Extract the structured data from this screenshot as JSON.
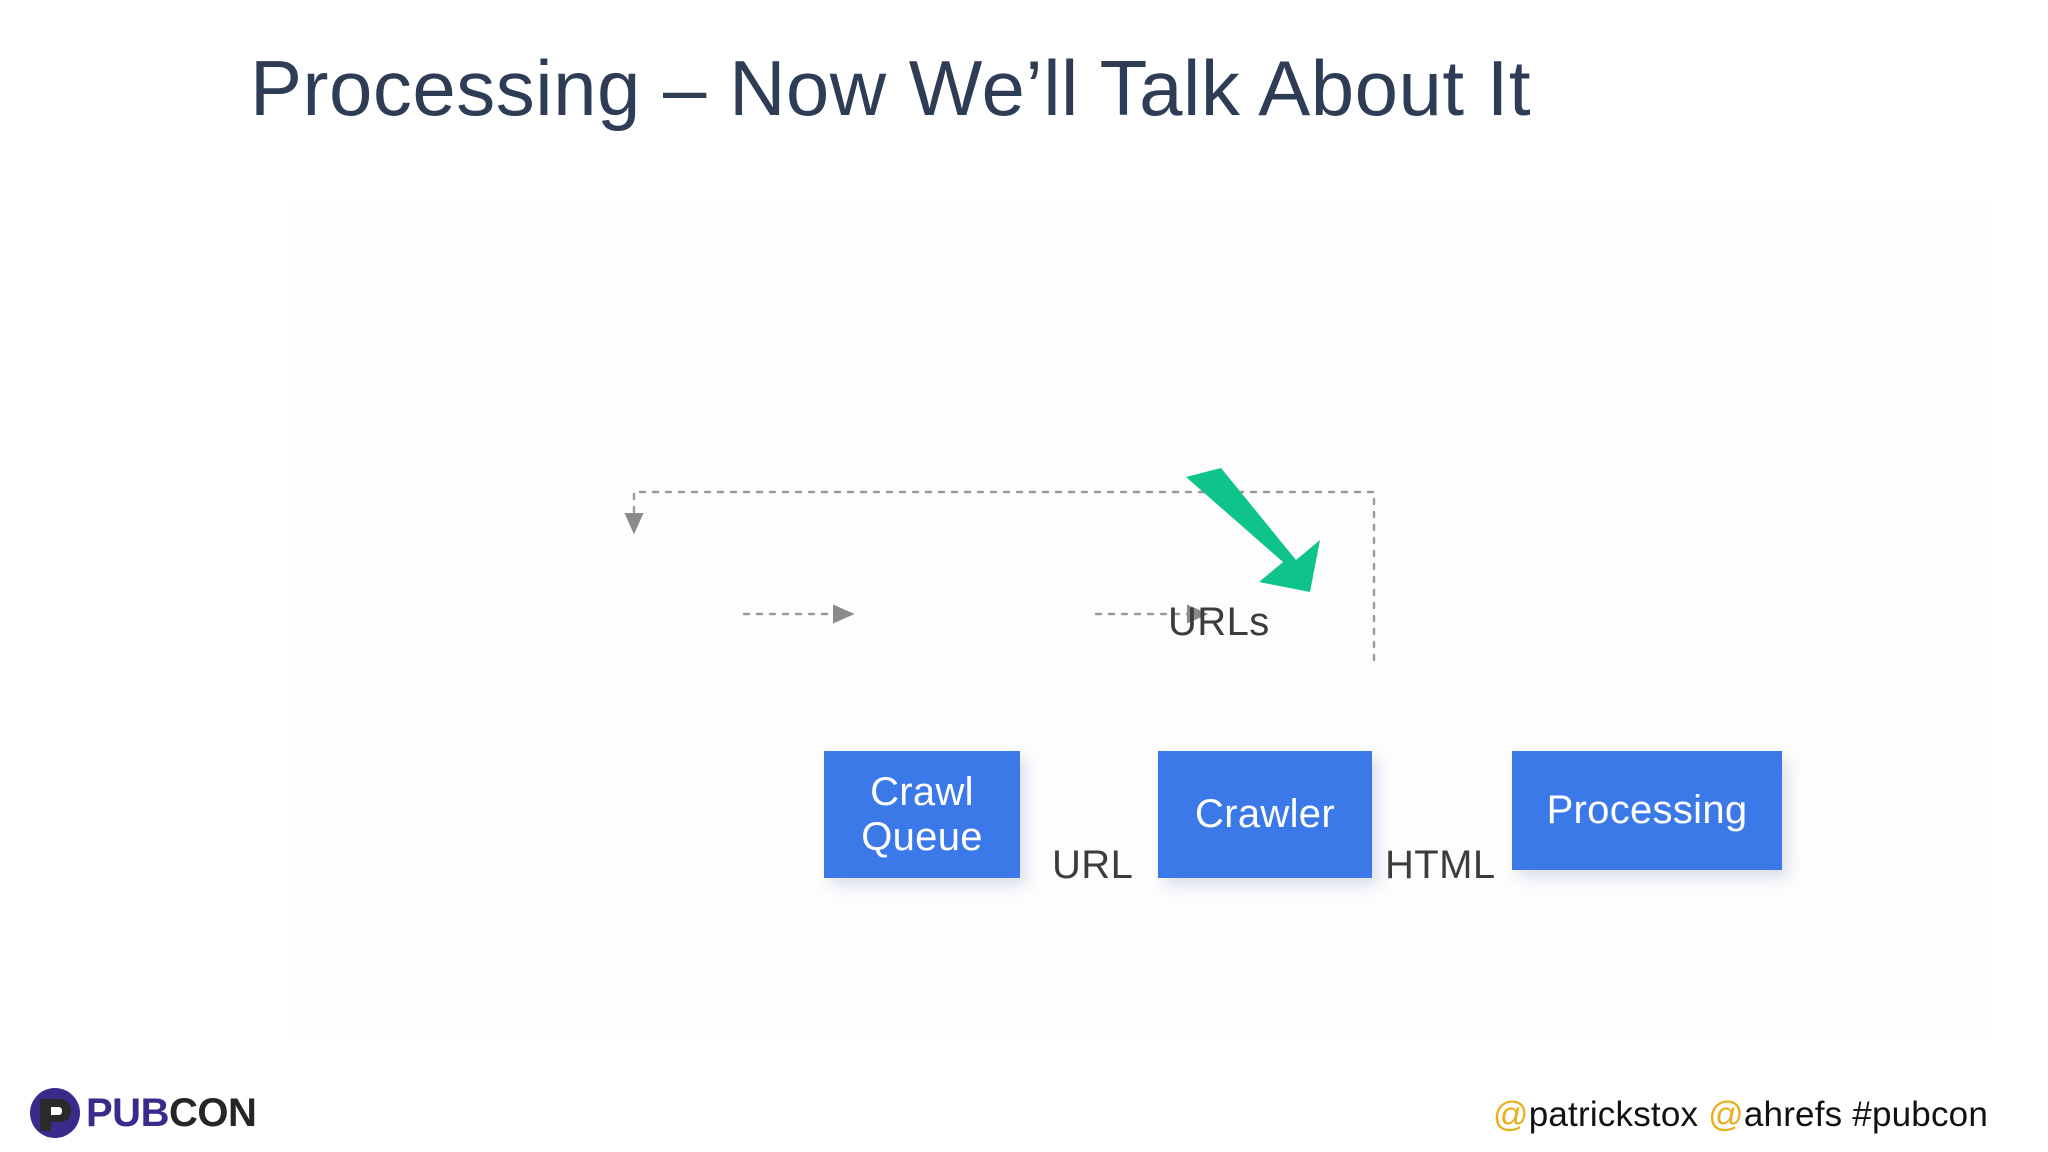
{
  "slide": {
    "title": "Processing – Now We’ll Talk About It",
    "background_color": "#ffffff",
    "title_color": "#2e3c56"
  },
  "diagram": {
    "type": "flow-diagram",
    "accent_box_color": "#3b79e8",
    "box_text_color": "#ffffff",
    "connector_color": "#8a8a8a",
    "highlight_arrow_color": "#0fc48a",
    "boxes": [
      {
        "id": "crawl-queue",
        "label": "Crawl\nQueue"
      },
      {
        "id": "crawler",
        "label": "Crawler"
      },
      {
        "id": "processing",
        "label": "Processing"
      }
    ],
    "edge_labels": [
      {
        "id": "urls",
        "label": "URLs"
      },
      {
        "id": "url",
        "label": "URL"
      },
      {
        "id": "html",
        "label": "HTML"
      }
    ],
    "highlight": {
      "target": "processing",
      "shape": "down-right-arrow",
      "color": "#0fc48a"
    }
  },
  "footer": {
    "logo": {
      "mark": "pubcon-p-icon",
      "word_primary": "PUB",
      "word_secondary": "CON",
      "primary_color": "#3b2a8c",
      "secondary_color": "#262626"
    },
    "handles": {
      "at_color": "#e9b01d",
      "parts": [
        {
          "at": "@",
          "name": "patrickstox"
        },
        {
          "at": "@",
          "name": "ahrefs"
        }
      ],
      "hashtag": "#pubcon"
    }
  }
}
